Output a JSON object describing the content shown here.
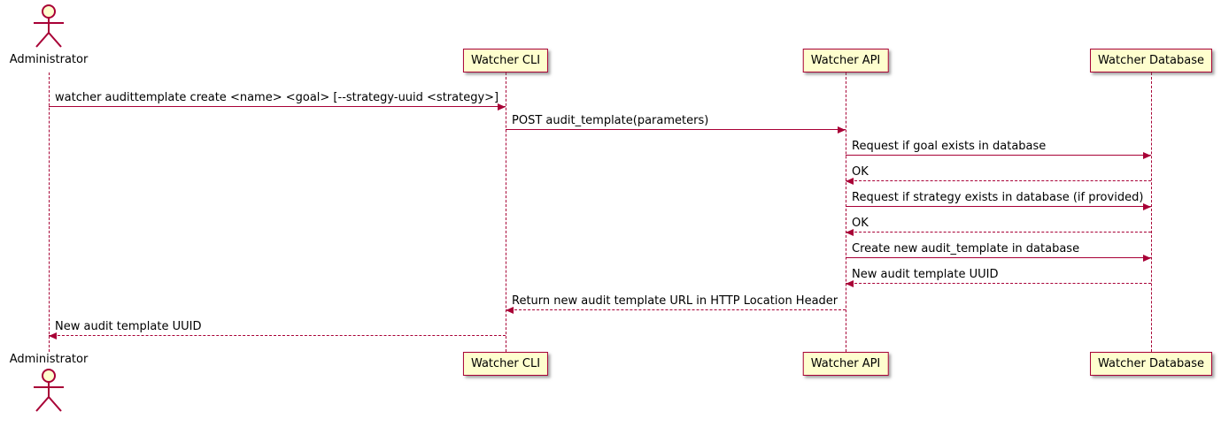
{
  "diagram": {
    "type": "sequence-diagram",
    "colors": {
      "border": "#A80036",
      "participant_bg": "#FEFECE",
      "arrow": "#A80036",
      "text": "#000000",
      "background": "#FFFFFF"
    },
    "participants": [
      {
        "name": "Administrator",
        "kind": "actor"
      },
      {
        "name": "Watcher CLI",
        "kind": "participant"
      },
      {
        "name": "Watcher API",
        "kind": "participant"
      },
      {
        "name": "Watcher Database",
        "kind": "participant"
      }
    ],
    "messages": [
      {
        "from": "Administrator",
        "to": "Watcher CLI",
        "text": "watcher audittemplate create <name> <goal> [--strategy-uuid <strategy>]",
        "line": "solid"
      },
      {
        "from": "Watcher CLI",
        "to": "Watcher API",
        "text": "POST audit_template(parameters)",
        "line": "solid"
      },
      {
        "from": "Watcher API",
        "to": "Watcher Database",
        "text": "Request if goal exists in database",
        "line": "solid"
      },
      {
        "from": "Watcher Database",
        "to": "Watcher API",
        "text": "OK",
        "line": "dashed"
      },
      {
        "from": "Watcher API",
        "to": "Watcher Database",
        "text": "Request if strategy exists in database (if provided)",
        "line": "solid"
      },
      {
        "from": "Watcher Database",
        "to": "Watcher API",
        "text": "OK",
        "line": "dashed"
      },
      {
        "from": "Watcher API",
        "to": "Watcher Database",
        "text": "Create new audit_template in database",
        "line": "solid"
      },
      {
        "from": "Watcher Database",
        "to": "Watcher API",
        "text": "New audit template UUID",
        "line": "dashed"
      },
      {
        "from": "Watcher API",
        "to": "Watcher CLI",
        "text": "Return new audit template URL in HTTP Location Header",
        "line": "dashed"
      },
      {
        "from": "Watcher CLI",
        "to": "Administrator",
        "text": "New audit template UUID",
        "line": "dashed"
      }
    ]
  }
}
